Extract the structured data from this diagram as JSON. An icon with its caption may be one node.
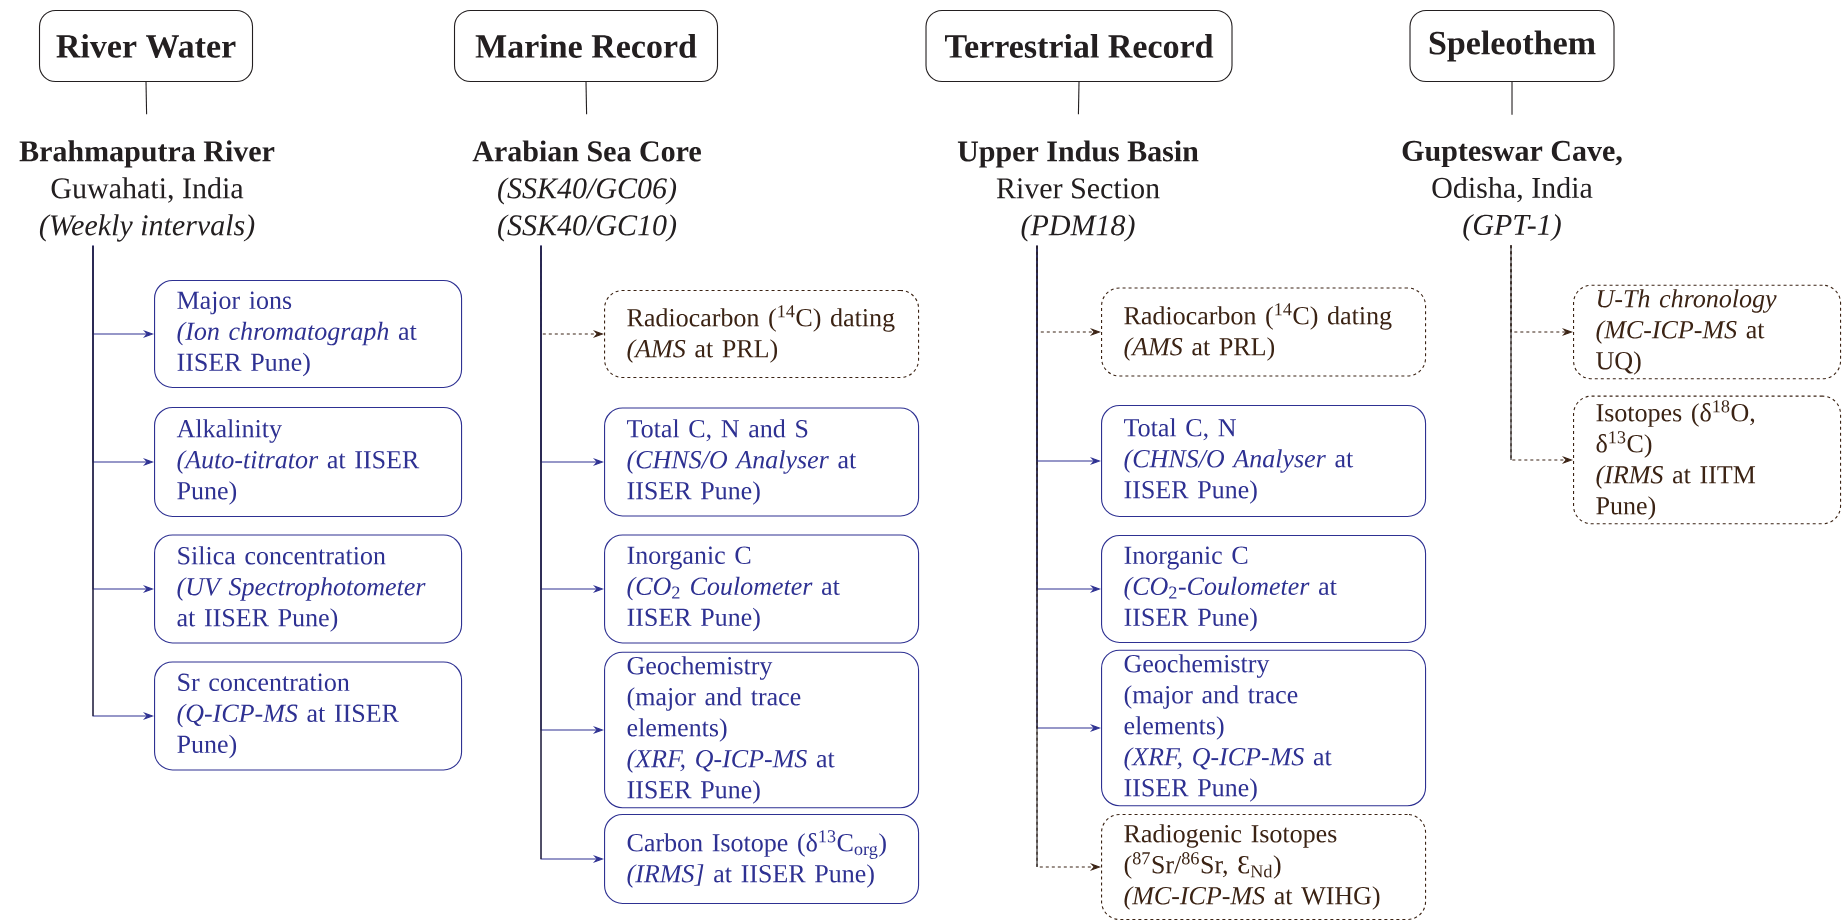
{
  "diagram": {
    "nodes": [
      {
        "text": [
          "River Water"
        ]
      },
      {
        "text": [
          "Brahmaputra River",
          "Guwahati, India",
          "*(Weekly intervals)*"
        ]
      },
      {
        "text": [
          "Major ions",
          "*(Ion chromatograph* at IISER Pune)"
        ]
      },
      {
        "text": [
          "Alkalinity",
          "*(Auto-titrator* at IISER Pune)"
        ]
      },
      {
        "text": [
          "Silica concentration",
          "*(UV Spectrophotometer* at IISER Pune)"
        ]
      },
      {
        "text": [
          "Sr concentration",
          "*(Q-ICP-MS* at IISER Pune)"
        ]
      },
      {
        "text": [
          "Marine Record"
        ]
      },
      {
        "text": [
          "Arabian Sea Core",
          "*(SSK40/GC06)*",
          "*(SSK40/GC10)*"
        ]
      },
      {
        "text": [
          "Radiocarbon ($^{14}$C) dating",
          "*(AMS* at PRL)"
        ]
      },
      {
        "text": [
          "Total C, N and S",
          "*(CHNS/O Analyser* at IISER Pune)"
        ]
      },
      {
        "text": [
          "Inorganic C",
          "*(CO*$_{2}$ *Coulometer* at IISER Pune)"
        ]
      },
      {
        "text": [
          "Geochemistry",
          "(major and trace elements)",
          "*(XRF, Q-ICP-MS* at IISER Pune)"
        ]
      },
      {
        "text": [
          "Carbon Isotope (δ$^{13}$C$_{org}$)",
          "*(IRMS]* at IISER Pune)"
        ]
      },
      {
        "text": [
          "Terrestrial Record"
        ]
      },
      {
        "text": [
          "Upper Indus Basin",
          "River Section",
          "*(PDM18)*"
        ]
      },
      {
        "text": [
          "Radiocarbon ($^{14}$C) dating",
          "*(AMS* at PRL)"
        ]
      },
      {
        "text": [
          "Total C, N",
          "*(CHNS/O Analyser* at IISER Pune)"
        ]
      },
      {
        "text": [
          "Inorganic C",
          "*(CO*$_{2}$*-Coulometer* at IISER Pune)"
        ]
      },
      {
        "text": [
          "Geochemistry",
          "(major and trace elements)",
          "*(XRF, Q-ICP-MS* at IISER Pune)"
        ]
      },
      {
        "text": [
          "Radiogenic Isotopes",
          "($^{87}$Sr/$^{86}$Sr, Ɛ$_{Nd}$)",
          "*(MC-ICP-MS* at WIHG)"
        ]
      },
      {
        "text": [
          "Speleothem"
        ]
      },
      {
        "text": [
          "Gupteswar Cave,",
          "Odisha, India",
          "*(GPT-1)*"
        ]
      },
      {
        "text": [
          "*U-Th chronology*",
          "*(MC-ICP-MS* at UQ)"
        ]
      },
      {
        "text": [
          "Isotopes (δ$^{18}$O, δ$^{13}$C)",
          "*(IRMS* at IITM Pune)"
        ]
      }
    ],
    "edges": [
      {
        "from": 0,
        "to": 1,
        "arrow": "none",
        "color": "#231f20"
      },
      {
        "from": 1,
        "to": 2,
        "arrow": "to"
      },
      {
        "from": 1,
        "to": 3,
        "arrow": "to"
      },
      {
        "from": 1,
        "to": 4,
        "arrow": "to"
      },
      {
        "from": 1,
        "to": 5,
        "arrow": "to"
      },
      {
        "from": 6,
        "to": 7,
        "arrow": "none",
        "color": "#231f20"
      },
      {
        "from": 7,
        "to": 8,
        "arrow": "to",
        "style": "dashed",
        "color": "#3b2314"
      },
      {
        "from": 7,
        "to": 9,
        "arrow": "to"
      },
      {
        "from": 7,
        "to": 10,
        "arrow": "to"
      },
      {
        "from": 7,
        "to": 11,
        "arrow": "to"
      },
      {
        "from": 7,
        "to": 12,
        "arrow": "to"
      },
      {
        "from": 13,
        "to": 14,
        "arrow": "none",
        "color": "#231f20"
      },
      {
        "from": 14,
        "to": 15,
        "arrow": "to",
        "style": "dashed",
        "color": "#3b2314"
      },
      {
        "from": 14,
        "to": 16,
        "arrow": "to"
      },
      {
        "from": 14,
        "to": 17,
        "arrow": "to"
      },
      {
        "from": 14,
        "to": 18,
        "arrow": "to"
      },
      {
        "from": 14,
        "to": 19,
        "arrow": "to",
        "style": "dashed",
        "color": "#3b2314"
      },
      {
        "from": 20,
        "to": 21,
        "arrow": "none",
        "color": "#231f20"
      },
      {
        "from": 21,
        "to": 22,
        "arrow": "to",
        "style": "dashed",
        "color": "#3b2314"
      },
      {
        "from": 21,
        "to": 23,
        "arrow": "to",
        "style": "dashed",
        "color": "#3b2314"
      }
    ]
  }
}
